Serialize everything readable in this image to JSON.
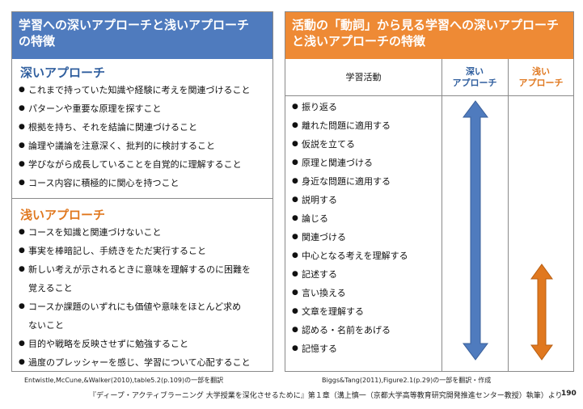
{
  "left": {
    "title_line1": "学習への深いアプローチと浅いアプローチ",
    "title_line2": "の特徴",
    "deep_title": "深いアプローチ",
    "deep_items": [
      "これまで持っていた知識や経験に考えを関連づけること",
      "パターンや重要な原理を探すこと",
      "根拠を持ち、それを結論に関連づけること",
      "論理や議論を注意深く、批判的に検討すること",
      "学びながら成長していることを自覚的に理解すること",
      "コース内容に積極的に関心を持つこと"
    ],
    "shallow_title": "浅いアプローチ",
    "shallow_items": [
      {
        "l1": "コースを知識と関連づけないこと",
        "l2": ""
      },
      {
        "l1": "事実を棒暗記し、手続きをただ実行すること",
        "l2": ""
      },
      {
        "l1": "新しい考えが示されるときに意味を理解するのに困難を",
        "l2": "覚えること"
      },
      {
        "l1": "コースか課題のいずれにも価値や意味をほとんど求め",
        "l2": "ないこと"
      },
      {
        "l1": "目的や戦略を反映させずに勉強すること",
        "l2": ""
      },
      {
        "l1": "過度のプレッシャーを感じ、学習について心配すること",
        "l2": ""
      }
    ],
    "caption": "Entwistle,McCune,&Walker(2010),table5.2(p.109)の一部を翻訳"
  },
  "right": {
    "title_line1": "活動の「動詞」から見る学習への深いアプローチ",
    "title_line2": "と浅いアプローチの特徴",
    "col_activity": "学習活動",
    "col_deep_l1": "深い",
    "col_deep_l2": "アプローチ",
    "col_shallow_l1": "浅い",
    "col_shallow_l2": "アプローチ",
    "activities": [
      "振り返る",
      "離れた問題に適用する",
      "仮説を立てる",
      "原理と関連づける",
      "身近な問題に適用する",
      "説明する",
      "論じる",
      "関連づける",
      "中心となる考えを理解する",
      "記述する",
      "言い換える",
      "文章を理解する",
      "認める・名前をあげる",
      "記憶する"
    ],
    "caption": "Biggs&Tang(2011),Figure2.1(p.29)の一部を翻訳・作成",
    "deep_arrow_color": "#4f7bbe",
    "shallow_arrow_color": "#e0781f",
    "deep_arrow_range": [
      "振り返る",
      "記憶する"
    ],
    "shallow_arrow_range": [
      "記述する",
      "記憶する"
    ]
  },
  "footer": "『ディープ・アクティブラーニング 大学授業を深化させるために』第１章（溝上慎一（京都大学高等教育研究開発推進センター教授）執筆）より",
  "page_number": "190"
}
